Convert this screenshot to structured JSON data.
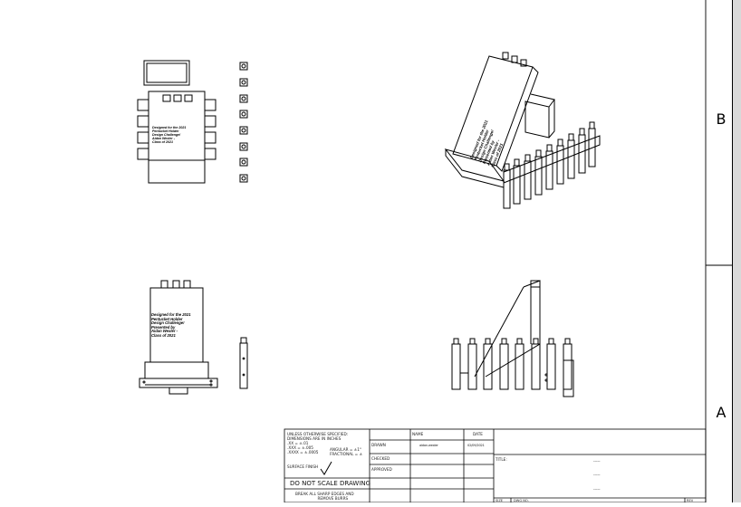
{
  "zones": {
    "upper": "B",
    "lower": "A"
  },
  "engraving": {
    "line1": "Designed for the 2021",
    "line2": "Pentucket Holder",
    "line3": "Design Challenge!",
    "line4": "Presented by",
    "line5": "Aidan Wexler -",
    "line6": "Class of 2021"
  },
  "title_block": {
    "tolerances": {
      "line1": "UNLESS OTHERWISE SPECIFIED:",
      "line2": "DIMENSIONS ARE IN INCHES",
      "line3": ".XX = ±.01",
      "line4": ".XXX = ±.005",
      "line5": ".XXXX = ±.0005",
      "angular": "ANGULAR = ±1°",
      "fractional": "FRACTIONAL = ±"
    },
    "surface_finish": "SURFACE FINISH",
    "do_not_scale": "DO NOT SCALE DRAWING",
    "break_edges_1": "BREAK ALL SHARP EDGES AND",
    "break_edges_2": "REMOVE BURRS",
    "rows": {
      "drawn": "DRAWN",
      "checked": "CHECKED",
      "approved": "APPROVED"
    },
    "columns": {
      "name": "NAME",
      "date": "DATE"
    },
    "drawn_name": "aidan.wexler",
    "drawn_date": "02/09/2021",
    "title_label": "TITLE:",
    "title_dashes": [
      "-----",
      "-----",
      "-----"
    ],
    "size_label": "SIZE",
    "dwg_label": "DWG NO.",
    "rev_label": "REV"
  }
}
